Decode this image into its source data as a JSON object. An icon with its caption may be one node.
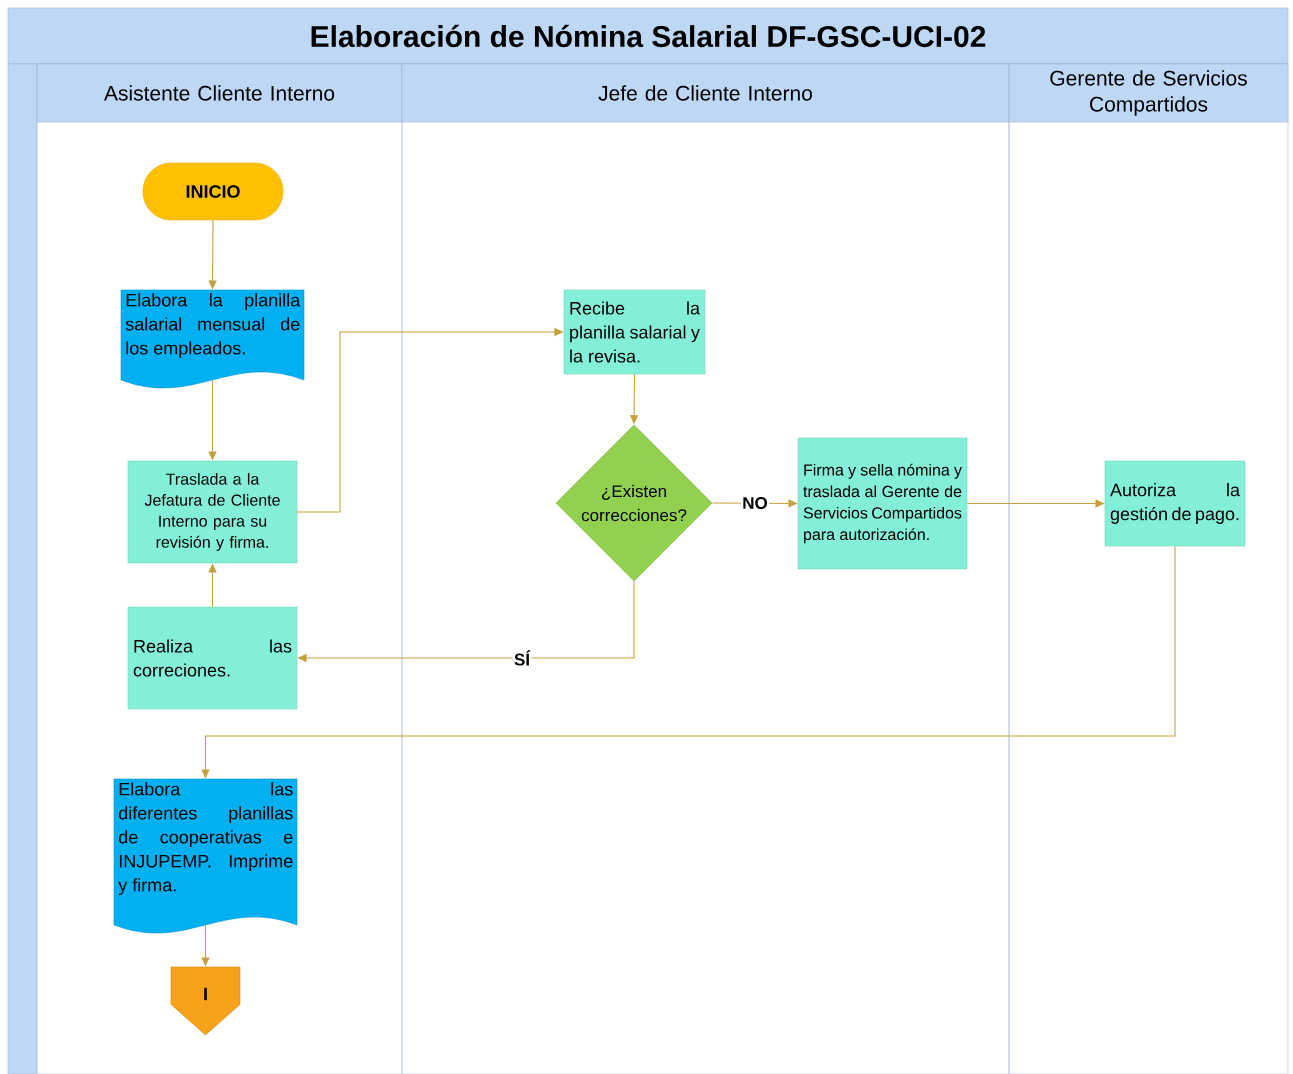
{
  "diagram": {
    "title": "Elaboración de Nómina Salarial DF-GSC-UCI-02",
    "nodes": [
      {
        "text": [
          "Asistente Cliente Interno"
        ]
      },
      {
        "text": [
          "Jefe de Cliente Interno"
        ]
      },
      {
        "text": [
          "Gerente de Servicios Compartidos"
        ]
      },
      {
        "text": [
          "INICIO"
        ],
        "in": 0
      },
      {
        "text": [
          "Elabora la planilla salarial mensual de los empleados."
        ],
        "in": 0
      },
      {
        "text": [
          "Traslada a la Jefatura de Cliente Interno para su revisión y firma."
        ],
        "in": 0
      },
      {
        "text": [
          "Realiza las correciones."
        ],
        "in": 0
      },
      {
        "text": [
          "Elabora las diferentes planillas de cooperativas e INJUPEMP. Imprime y firma."
        ],
        "in": 0
      },
      {
        "text": [
          "I"
        ],
        "in": 0
      },
      {
        "text": [
          "Recibe la planilla salarial y la revisa."
        ],
        "in": 1
      },
      {
        "text": [
          "¿Existen correcciones?"
        ],
        "in": 1
      },
      {
        "text": [
          "Firma y sella nómina y traslada al Gerente de Servicios Compartidos para autorización."
        ],
        "in": 1
      },
      {
        "text": [
          "Autoriza la gestión de pago."
        ],
        "in": 2
      }
    ],
    "edges": [
      {
        "from": 3,
        "to": 4,
        "arrow": "to"
      },
      {
        "from": 4,
        "to": 5,
        "arrow": "to"
      },
      {
        "from": 5,
        "to": 9,
        "arrow": "to"
      },
      {
        "from": 9,
        "to": 10,
        "arrow": "to"
      },
      {
        "from": 10,
        "to": 11,
        "arrow": "to",
        "label": "NO"
      },
      {
        "from": 10,
        "to": 6,
        "arrow": "to",
        "label": "SÍ"
      },
      {
        "from": 6,
        "to": 5,
        "arrow": "to"
      },
      {
        "from": 11,
        "to": 12,
        "arrow": "to"
      },
      {
        "from": 12,
        "to": 7,
        "arrow": "to"
      },
      {
        "from": 7,
        "to": 8,
        "arrow": "to"
      }
    ]
  }
}
